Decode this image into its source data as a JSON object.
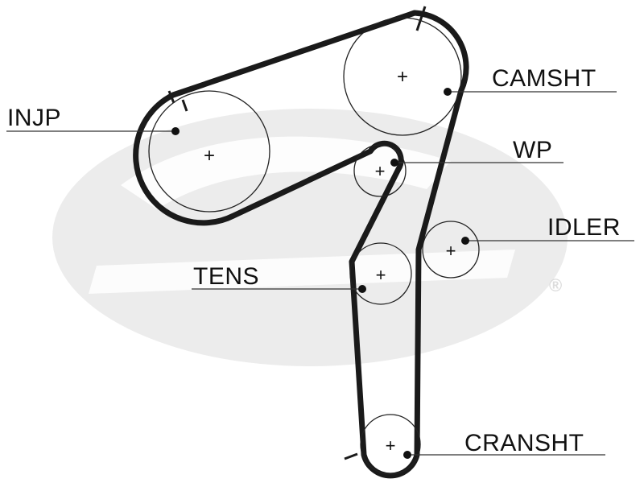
{
  "colors": {
    "belt": "#1a1a1a",
    "pulley_outline": "#222222",
    "leader_line": "#333333",
    "label_text": "#111111",
    "watermark": "#ececec",
    "watermark_accent": "#f3f3dc"
  },
  "watermark": {
    "icon": "gates-logo-watermark",
    "registered_mark": "®"
  },
  "labels": {
    "camsht": "CAMSHT",
    "injp": "INJP",
    "wp": "WP",
    "idler": "IDLER",
    "tens": "TENS",
    "cransht": "CRANSHT"
  },
  "center_mark": "+"
}
